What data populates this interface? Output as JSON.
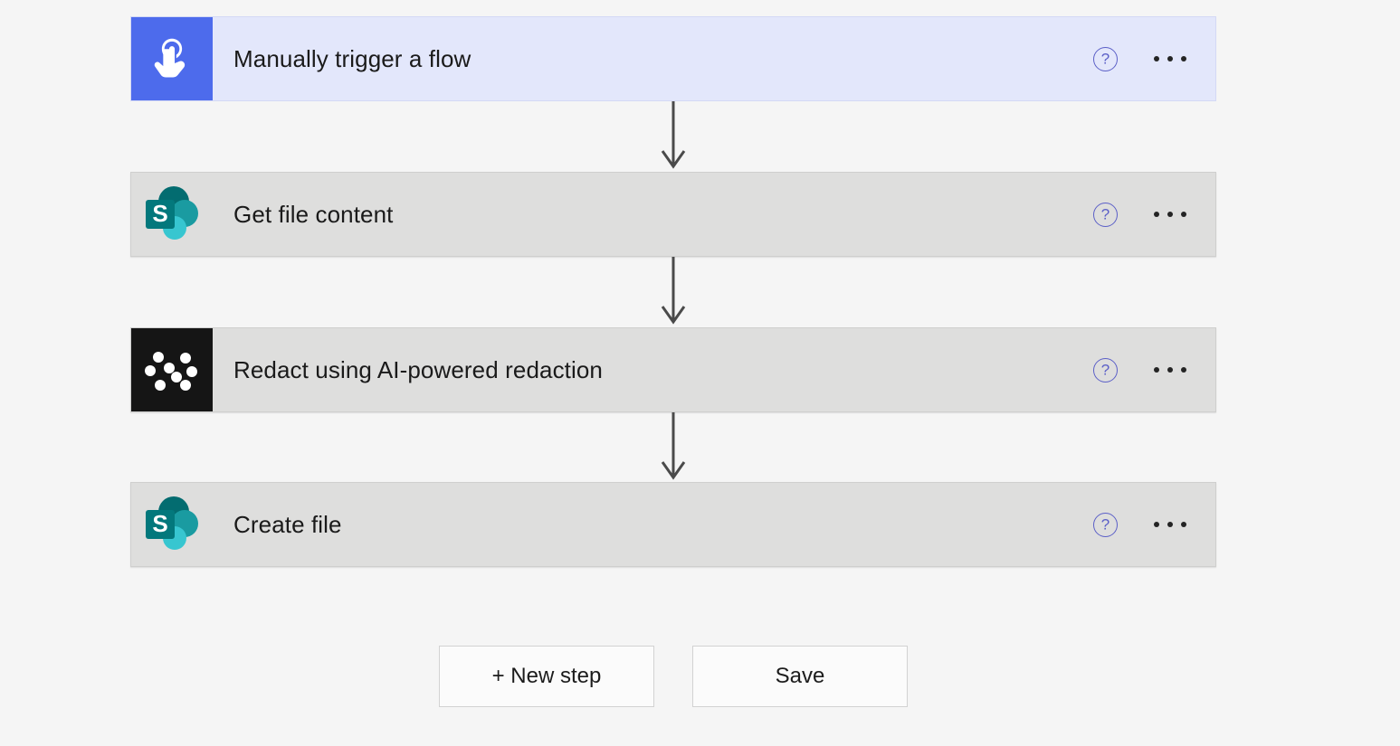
{
  "canvas": {
    "background_color": "#f5f5f5"
  },
  "flow": {
    "steps": [
      {
        "id": "trigger",
        "title": "Manually trigger a flow",
        "type": "trigger",
        "icon": "tap-hand-icon",
        "icon_bg_color": "#4d6bec",
        "card_bg_color": "#e3e7fb",
        "help_label": "?",
        "more_label": "•••"
      },
      {
        "id": "get-file-content",
        "title": "Get file content",
        "type": "action",
        "icon": "sharepoint-icon",
        "icon_bg_color": "#dededd",
        "card_bg_color": "#dededd",
        "help_label": "?",
        "more_label": "•••"
      },
      {
        "id": "redact",
        "title": "Redact using AI-powered redaction",
        "type": "action",
        "icon": "redaction-dots-icon",
        "icon_bg_color": "#151515",
        "card_bg_color": "#dededd",
        "help_label": "?",
        "more_label": "•••"
      },
      {
        "id": "create-file",
        "title": "Create file",
        "type": "action",
        "icon": "sharepoint-icon",
        "icon_bg_color": "#dededd",
        "card_bg_color": "#dededd",
        "help_label": "?",
        "more_label": "•••"
      }
    ]
  },
  "toolbar": {
    "new_step_label": "+ New step",
    "save_label": "Save"
  },
  "colors": {
    "accent_blue": "#4d6bec",
    "help_icon_blue": "#5b5fc7",
    "connector_gray": "#4a4a4a",
    "sharepoint_dark_teal": "#036c70",
    "sharepoint_mid_teal": "#1a9ba1",
    "sharepoint_light_teal": "#37c6d0"
  }
}
